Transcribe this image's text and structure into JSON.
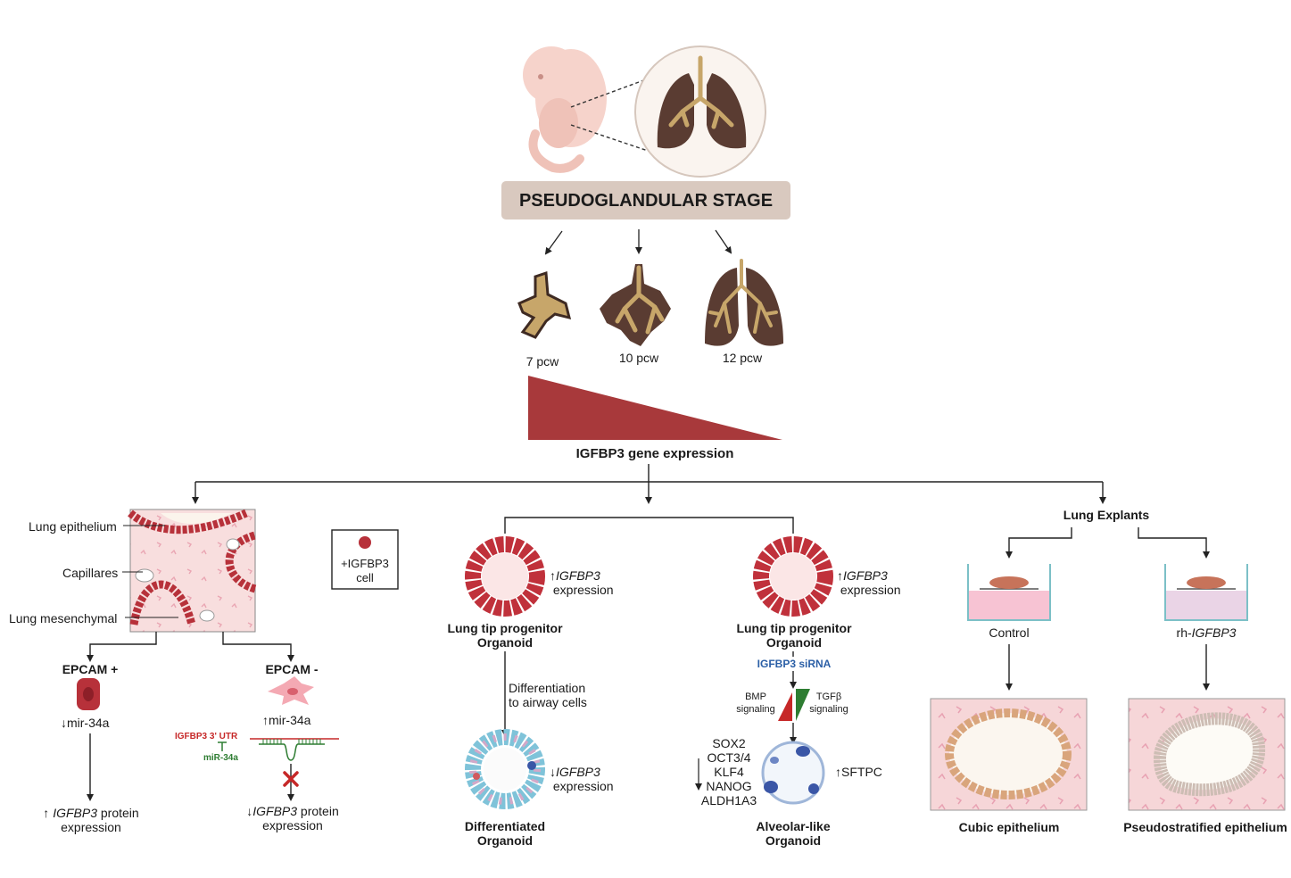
{
  "stage_title": "PSEUDOGLANDULAR STAGE",
  "weeks": [
    "7 pcw",
    "10 pcw",
    "12 pcw"
  ],
  "gradient_label": "IGFBP3 gene expression",
  "tissue": {
    "labels": [
      "Lung epithelium",
      "Capillares",
      "Lung mesenchymal"
    ],
    "legend": "+IGFBP3\ncell",
    "epcam_pos": {
      "title": "EPCAM +",
      "mir": "mir-34a",
      "result_italic": "IGFBP3",
      "result_rest": " protein",
      "result_line2": "expression"
    },
    "epcam_neg": {
      "title": "EPCAM -",
      "mir": "mir-34a",
      "utr_label": "IGFBP3 3' UTR",
      "mir_label": "miR-34a",
      "result_italic": "IGFBP3",
      "result_rest": " protein",
      "result_line2": "expression"
    }
  },
  "organoids": {
    "left": {
      "expr_italic": "IGFBP3",
      "expr_line2": "expression",
      "title": "Lung tip progenitor\nOrganoid",
      "diff_label": "Differentiation\nto airway cells",
      "diff_expr_italic": "IGFBP3",
      "diff_expr_line2": "expression",
      "diff_title": "Differentiated\nOrganoid"
    },
    "right": {
      "expr_italic": "IGFBP3",
      "expr_line2": "expression",
      "title": "Lung tip progenitor\nOrganoid",
      "sirna": "IGFBP3 siRNA",
      "bmp": "BMP\nsignaling",
      "tgf": "TGFβ\nsignaling",
      "genes": "SOX2\nOCT3/4\nKLF4\nNANOG\nALDH1A3",
      "marker": "SFTPC",
      "final_title": "Alveolar-like\nOrganoid"
    }
  },
  "explants": {
    "title": "Lung Explants",
    "control": "Control",
    "treated_prefix": "rh-",
    "treated_italic": "IGFBP3",
    "control_result": "Cubic epithelium",
    "treated_result": "Pseudostratified epithelium"
  },
  "colors": {
    "stage_box": "#d9c9bf",
    "gradient": "#a8393b",
    "tissue_bg": "#f7d9d9",
    "epithelium_cell": "#b7313a",
    "organoid_red": "#c0313b",
    "sirna_blue": "#2b5fa6",
    "mir_green": "#2e7d32",
    "utr_red": "#c62828",
    "lung_dark": "#5a3c32",
    "lung_airway": "#c7a66a",
    "explant_pink": "#f7c3d3",
    "explant_lilac": "#ead4e6"
  }
}
